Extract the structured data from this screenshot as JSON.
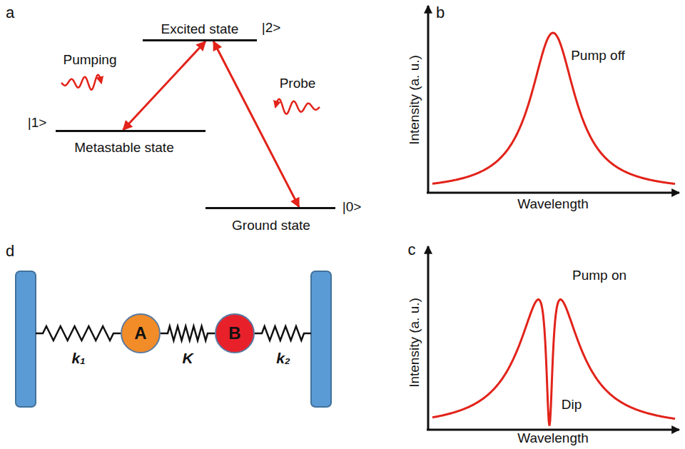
{
  "diagram": {
    "nodes": [
      {
        "text": [
          "Excited state",
          "|2>"
        ]
      },
      {
        "text": [
          "|1>",
          "Metastable state"
        ]
      },
      {
        "text": [
          "Ground state",
          "|0>"
        ]
      },
      {
        "text": [
          "A"
        ]
      },
      {
        "text": [
          "B"
        ]
      }
    ],
    "edges": [
      {
        "from": 1,
        "to": 0,
        "arrow": "both"
      },
      {
        "from": 0,
        "to": 2,
        "arrow": "both"
      },
      {
        "from": 3,
        "to": 4,
        "arrow": "none",
        "label": "K"
      }
    ],
    "labels": [
      "a",
      "Pumping",
      "Probe",
      "b",
      "Pump off",
      "Intensity (a. u.)",
      "Wavelength",
      "c",
      "Pump on",
      "Dip",
      "Intensity (a. u.)",
      "Wavelength",
      "d",
      "k₁",
      "k₂"
    ]
  }
}
